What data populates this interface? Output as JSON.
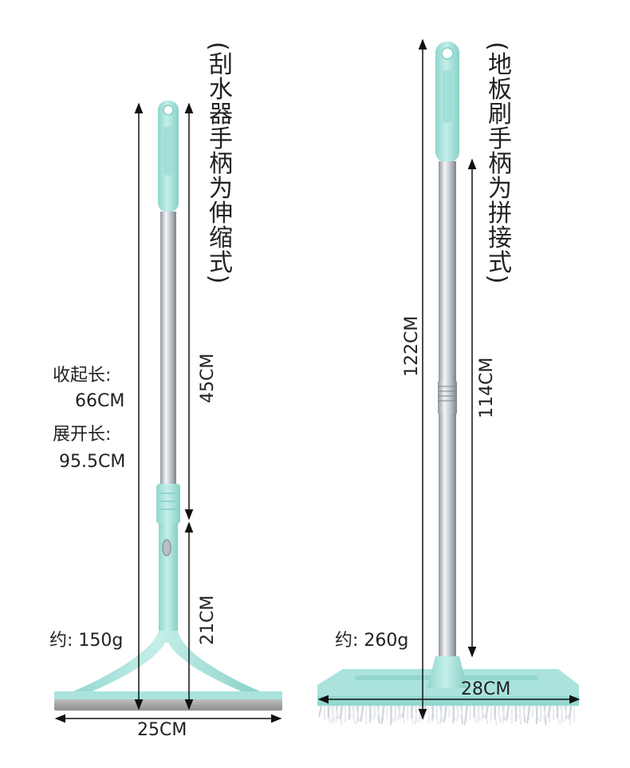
{
  "squeegee": {
    "handle_note": "(刮水器手柄为伸缩式)",
    "collapsed_length_label": "收起长:",
    "collapsed_length_value": "66CM",
    "extended_length_label": "展开长:",
    "extended_length_value": "95.5CM",
    "upper_section": "45CM",
    "lower_section": "21CM",
    "weight": "约: 150g",
    "width": "25CM"
  },
  "floor_brush": {
    "handle_note": "(地板刷手柄为拼接式)",
    "total_length": "122CM",
    "handle_length": "114CM",
    "weight": "约: 260g",
    "width": "28CM"
  },
  "colors": {
    "mint": "#a9e3dc",
    "mint_dark": "#7fcfc5",
    "steel_light": "#f2f4f6",
    "steel_dark": "#8f969c",
    "rubber_blade": "#a3a3a3",
    "bristles": "#e8eaf0"
  }
}
